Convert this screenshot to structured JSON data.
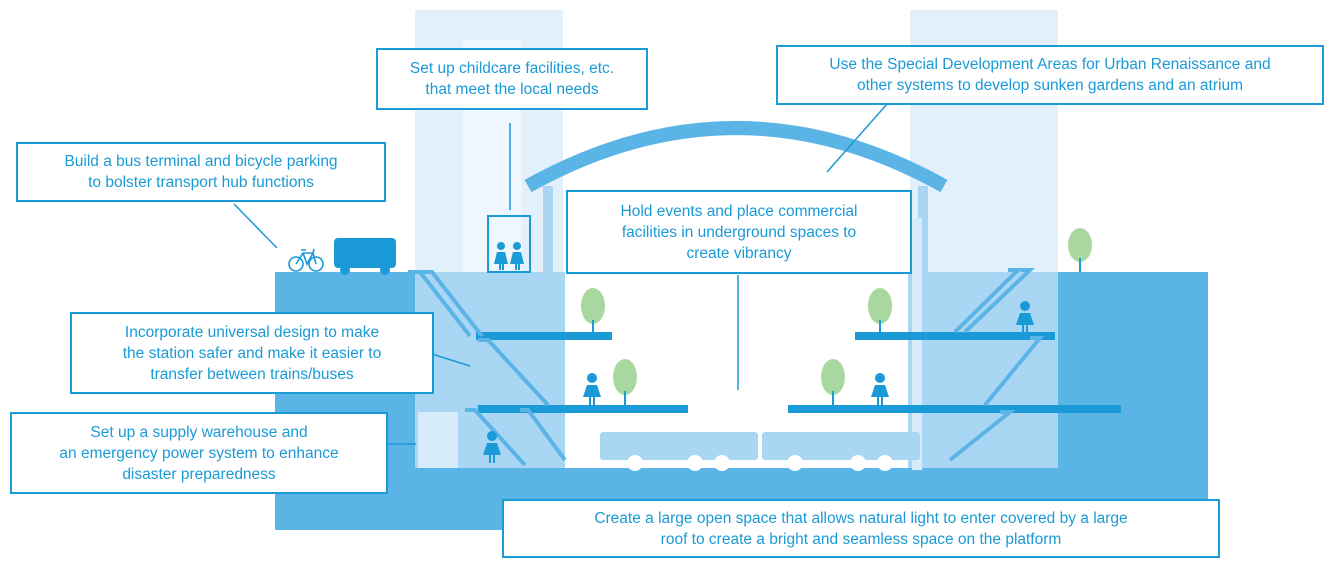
{
  "colors": {
    "accent": "#1a9ad6",
    "ground": "#5ab4e5",
    "light_blue": "#a9d6f2",
    "pale_blue": "#d6ecfa",
    "tower": "#e2f0fb",
    "tree": "#a8d8a0"
  },
  "callouts": {
    "childcare": [
      "Set up childcare facilities, etc.",
      "that meet the local needs"
    ],
    "sunken_gardens": [
      "Use the Special Development Areas for Urban Renaissance and",
      "other systems to develop sunken gardens and an atrium"
    ],
    "bus_terminal": [
      "Build a bus terminal and bicycle parking",
      "to bolster transport hub functions"
    ],
    "events": [
      "Hold events and place commercial",
      "facilities in underground spaces to",
      "create vibrancy"
    ],
    "universal_design": [
      "Incorporate universal design to make",
      "the station safer and make it easier to",
      "transfer between trains/buses"
    ],
    "warehouse": [
      "Set up a supply warehouse and",
      "an emergency power system to enhance",
      "disaster preparedness"
    ],
    "open_space": [
      "Create a large open space that allows natural light to enter covered by a large",
      "roof to create a bright and seamless space on the platform"
    ]
  },
  "icons": [
    "bicycle-icon",
    "bus-icon",
    "person-icon",
    "tree-icon",
    "train-icon",
    "escalator-icon"
  ]
}
